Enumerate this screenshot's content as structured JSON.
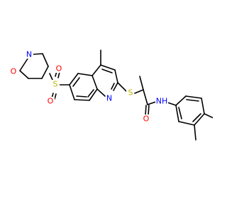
{
  "atoms": {
    "morpholine_o": "O",
    "morpholine_n": "N",
    "sulfonyl_s": "S",
    "sulfonyl_o_top": "O",
    "sulfonyl_o_bottom": "O",
    "quinoline_n": "N",
    "thioether_s": "S",
    "carbonyl_o": "O",
    "amide_nh": "NH"
  },
  "colors": {
    "bond": "#000000",
    "oxygen": "#ff0000",
    "nitrogen": "#0000ff",
    "sulfur": "#b8b800"
  }
}
